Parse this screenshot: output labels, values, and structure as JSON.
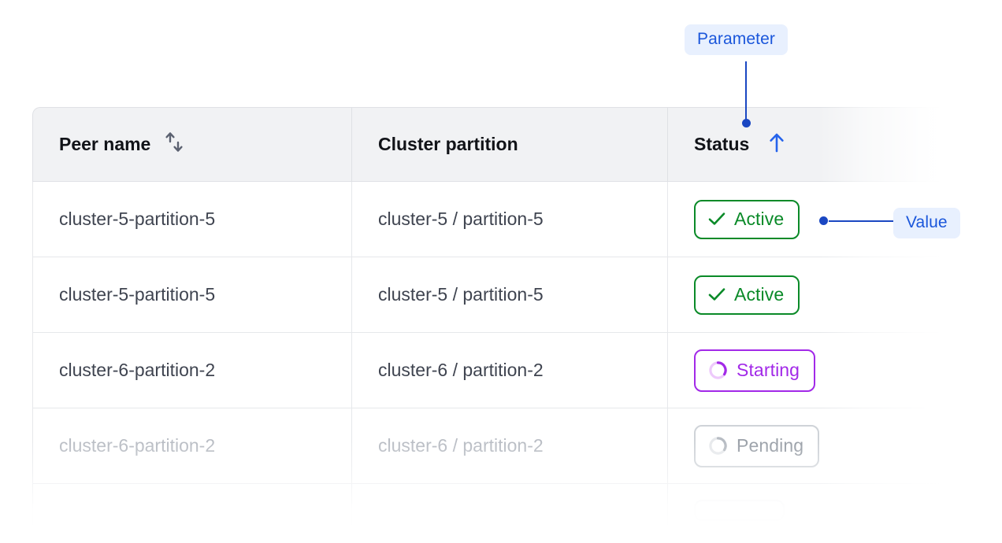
{
  "annotations": {
    "parameter": {
      "label": "Parameter",
      "color": "#1a56db",
      "background": "#e8f0fe"
    },
    "value": {
      "label": "Value",
      "color": "#1a56db",
      "background": "#e8f0fe"
    },
    "connector_color": "#1a47c2"
  },
  "table": {
    "columns": [
      {
        "label": "Peer name",
        "sort_icon": "sort-updown-icon",
        "sort_state": "none"
      },
      {
        "label": "Cluster partition",
        "sort_icon": null,
        "sort_state": "none"
      },
      {
        "label": "Status",
        "sort_icon": "arrow-up-icon",
        "sort_state": "ascending",
        "sort_icon_color": "#2563eb"
      }
    ],
    "rows": [
      {
        "peer_name": "cluster-5-partition-5",
        "cluster_partition": "cluster-5 / partition-5",
        "status": {
          "label": "Active",
          "icon": "check-icon",
          "variant": "active",
          "color": "#0a8a28"
        }
      },
      {
        "peer_name": "cluster-5-partition-5",
        "cluster_partition": "cluster-5 / partition-5",
        "status": {
          "label": "Active",
          "icon": "check-icon",
          "variant": "active",
          "color": "#0a8a28"
        }
      },
      {
        "peer_name": "cluster-6-partition-2",
        "cluster_partition": "cluster-6 / partition-2",
        "status": {
          "label": "Starting",
          "icon": "spinner-icon",
          "variant": "starting",
          "color": "#a229e8"
        }
      },
      {
        "peer_name": "cluster-6-partition-2",
        "cluster_partition": "cluster-6 / partition-2",
        "status": {
          "label": "Pending",
          "icon": "spinner-icon",
          "variant": "pending",
          "color": "#9aa0a8"
        }
      },
      {
        "peer_name": "",
        "cluster_partition": "",
        "status": {
          "label": "",
          "icon": "spinner-icon",
          "variant": "ghost",
          "color": "#f4f5f6"
        }
      }
    ]
  }
}
